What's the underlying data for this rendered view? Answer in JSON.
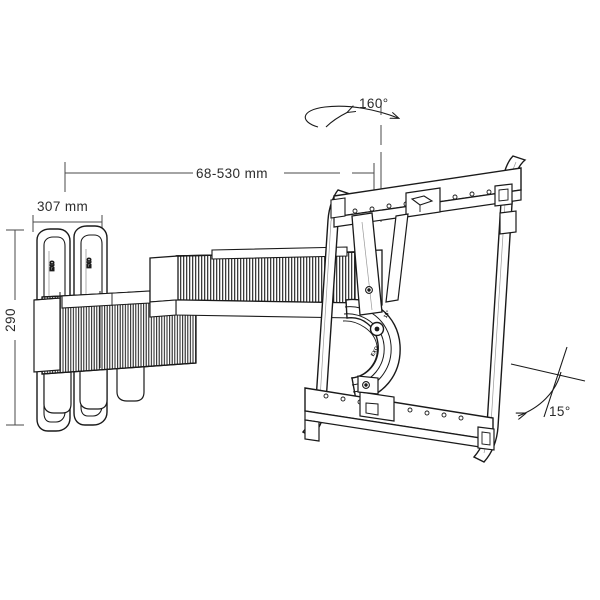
{
  "drawing": {
    "title": "Articulating TV wall mount technical line drawing",
    "background_color": "#ffffff",
    "line_color": "#1a1a1a",
    "dimension_text_color": "#2b2b2b",
    "hatch_color": "#1a1a1a"
  },
  "dimensions": {
    "depth_extension": {
      "label": "68-530 mm",
      "name": "arm-extension-range"
    },
    "plate_width": {
      "label": "307 mm",
      "name": "wall-plate-width"
    },
    "height": {
      "label": "290",
      "name": "wall-plate-height"
    }
  },
  "angles": {
    "swivel": {
      "label": "160°",
      "name": "swivel-rotation"
    },
    "tilt": {
      "label": "15°",
      "name": "tilt-angle"
    }
  },
  "markings": {
    "bracket_logo_left": "EXO",
    "bracket_logo_right": "EXO",
    "pivot_label_upper": "15°",
    "pivot_label_lower": "EXO"
  },
  "components": {
    "wall_plate": "wall-plate",
    "upper_arm": "upper-articulating-arm",
    "lower_arm": "lower-articulating-arm",
    "tilt_pivot": "tilt-pivot-disc",
    "tv_frame_top_rail": "tv-frame-top-rail",
    "tv_frame_bottom_rail": "tv-frame-bottom-rail",
    "tv_frame_post_left": "tv-frame-post-left",
    "tv_frame_post_right": "tv-frame-post-right"
  }
}
